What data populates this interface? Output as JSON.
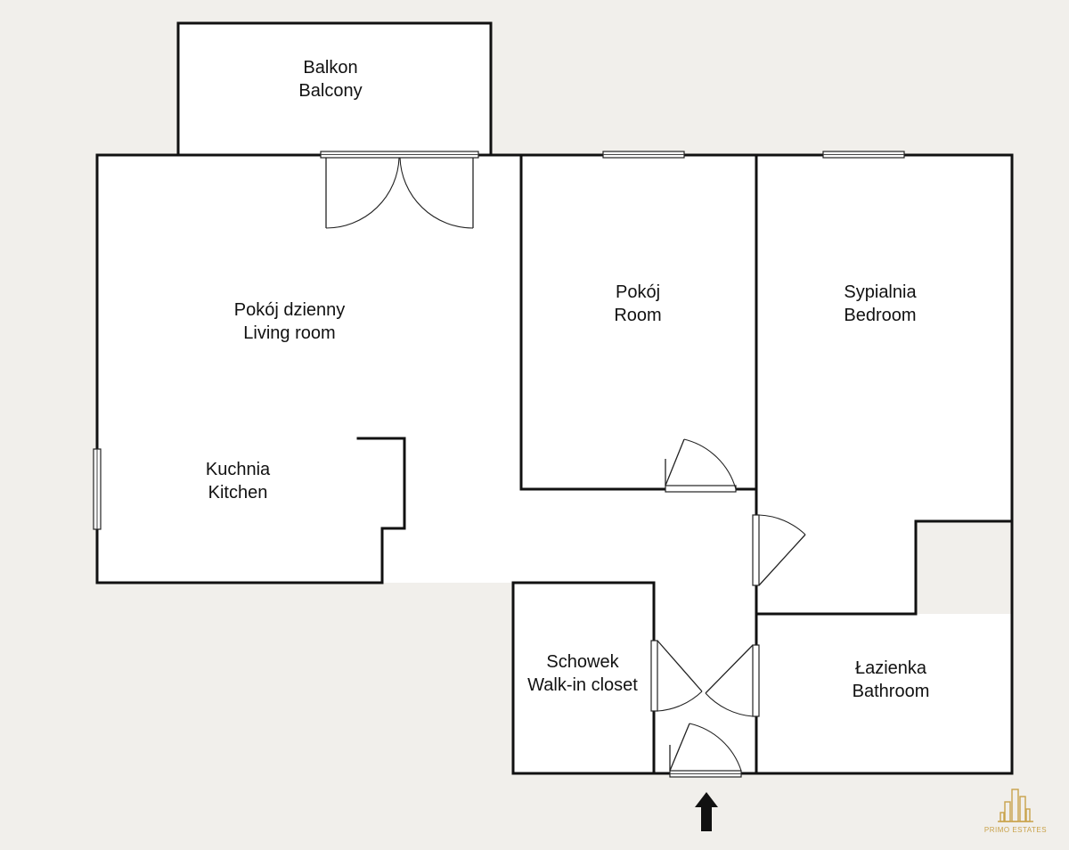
{
  "rooms": {
    "balcony": {
      "line1": "Balkon",
      "line2": "Balcony"
    },
    "living": {
      "line1": "Pokój dzienny",
      "line2": "Living room"
    },
    "kitchen": {
      "line1": "Kuchnia",
      "line2": "Kitchen"
    },
    "room": {
      "line1": "Pokój",
      "line2": "Room"
    },
    "bedroom": {
      "line1": "Sypialnia",
      "line2": "Bedroom"
    },
    "closet": {
      "line1": "Schowek",
      "line2": "Walk-in closet"
    },
    "bathroom": {
      "line1": "Łazienka",
      "line2": "Bathroom"
    }
  },
  "logo": {
    "text": "PRIMO ESTATES"
  },
  "colors": {
    "wall": "#111111",
    "background": "#f1efeb",
    "logo": "#c9a24a"
  },
  "icons": {
    "entrance": "arrow-up-icon",
    "logo": "building-logo-icon"
  }
}
